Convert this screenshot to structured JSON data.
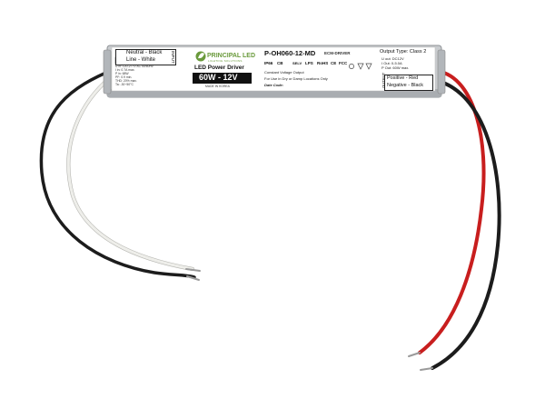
{
  "driver": {
    "brand": "PRINCIPAL LED",
    "brand_tagline": "LIGHTING SOLUTIONS",
    "title": "LED Power Driver",
    "rating": "60W - 12V",
    "made_in": "MADE IN KOREA",
    "model": "P-OH060-12-MD",
    "series": "ECM-DRIVER",
    "certifications": [
      "IP66",
      "CB",
      "SELV",
      "LPS",
      "RoHS",
      "CE",
      "FCC"
    ],
    "constant_voltage": "Constant Voltage Output",
    "usage": "For Use in Dry or Damp Locations Only",
    "date_code": "Date Code:",
    "output_type": "Output Type: Class 2",
    "output_specs": [
      "U out: DC12V",
      "I Out: 0-5.0A",
      "P Out: 60W max."
    ],
    "input_tag": "INPUT",
    "output_tag": "OUTPUT",
    "input_wires": [
      "Neutral - Black",
      "Line - White"
    ],
    "output_wires": [
      "Positive - Red",
      "Negative - Black"
    ],
    "input_specs": [
      "U in: 120-277V AC 50/60Hz",
      "I in: 0.7A max.",
      "P in: 68W",
      "PF: 0.9 min.",
      "THD: 20% max.",
      "Ta: -30~50°C"
    ]
  },
  "colors": {
    "housing": "#c9cccf",
    "label": "#ffffff",
    "brand_green": "#6a9a3c",
    "red_wire": "#c81e1e",
    "black_wire": "#1c1c1c",
    "white_wire": "#eeeeea"
  }
}
